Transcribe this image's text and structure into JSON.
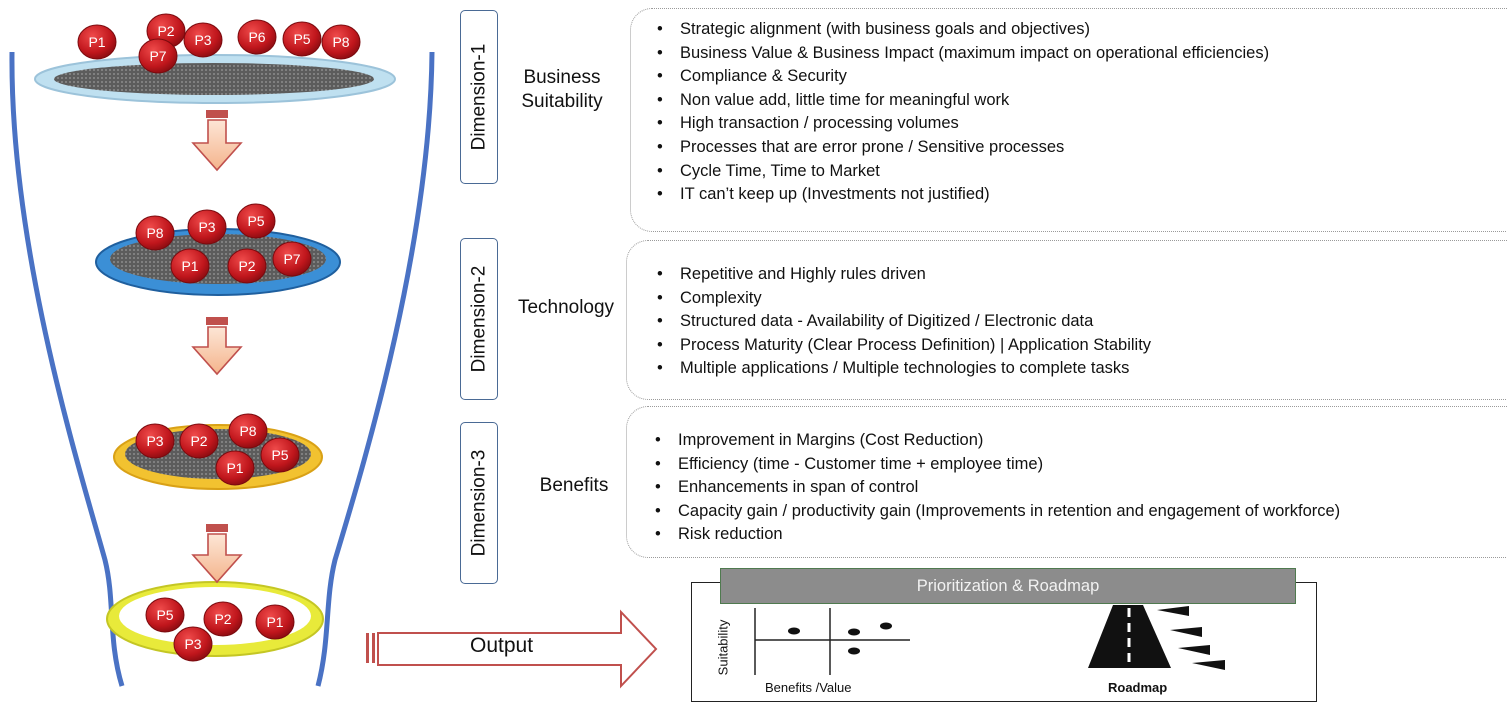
{
  "funnel": {
    "levels": [
      {
        "name": "level-1",
        "processes": [
          "P1",
          "P2",
          "P3",
          "P6",
          "P5",
          "P8",
          "P7"
        ]
      },
      {
        "name": "level-2",
        "processes": [
          "P8",
          "P3",
          "P5",
          "P1",
          "P2",
          "P7"
        ]
      },
      {
        "name": "level-3",
        "processes": [
          "P3",
          "P2",
          "P8",
          "P5",
          "P1"
        ]
      },
      {
        "name": "level-4",
        "processes": [
          "P5",
          "P2",
          "P1",
          "P3"
        ]
      }
    ]
  },
  "dimensions": [
    {
      "label": "Dimension-1",
      "name_lines": [
        "Business",
        "Suitability"
      ],
      "criteria": [
        "Strategic alignment (with business goals and objectives)",
        "Business Value & Business Impact (maximum impact on operational efficiencies)",
        "Compliance & Security",
        "Non value add, little time for meaningful work",
        "High transaction / processing volumes",
        "Processes that are error prone / Sensitive processes",
        "Cycle Time, Time to Market",
        "IT can’t keep up (Investments not justified)"
      ]
    },
    {
      "label": "Dimension-2",
      "name_lines": [
        "Technology"
      ],
      "criteria": [
        "Repetitive and Highly rules driven",
        "Complexity",
        "Structured data  - Availability of Digitized / Electronic data",
        "Process Maturity (Clear Process Definition) | Application Stability",
        "Multiple applications / Multiple technologies to complete tasks"
      ]
    },
    {
      "label": "Dimension-3",
      "name_lines": [
        "Benefits"
      ],
      "criteria": [
        "Improvement in Margins (Cost Reduction)",
        "Efficiency (time - Customer time + employee time)",
        "Enhancements in span of control",
        "Capacity gain / productivity gain (Improvements in retention and engagement of workforce)",
        "Risk reduction"
      ]
    }
  ],
  "output_label": "Output",
  "roadmap": {
    "header": "Prioritization & Roadmap",
    "matrix_y_label": "Suitability",
    "matrix_x_label": "Benefits /Value",
    "roadmap_label": "Roadmap"
  },
  "colors": {
    "process_ball": "#c0161c",
    "funnel_outline": "#4a72c4",
    "arrow_fill": "#f7c7a8",
    "arrow_stroke": "#c0504d",
    "ring_1": "#bfe0f0",
    "ring_2": "#3b8fd6",
    "ring_3": "#f2c230",
    "ring_4": "#e8ea3a",
    "roadmap_header": "#8c8c8c"
  }
}
